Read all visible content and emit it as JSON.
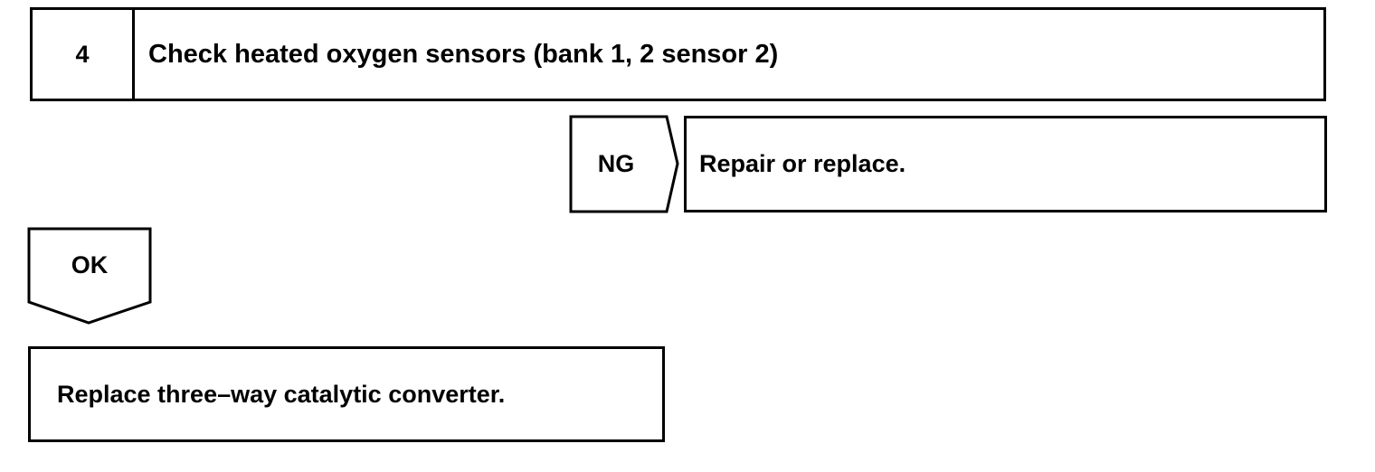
{
  "step": {
    "number": "4",
    "title": "Check heated oxygen sensors (bank 1, 2 sensor 2)"
  },
  "branches": {
    "ng": {
      "label": "NG",
      "action": "Repair or replace."
    },
    "ok": {
      "label": "OK",
      "action": "Replace three–way catalytic converter."
    }
  }
}
